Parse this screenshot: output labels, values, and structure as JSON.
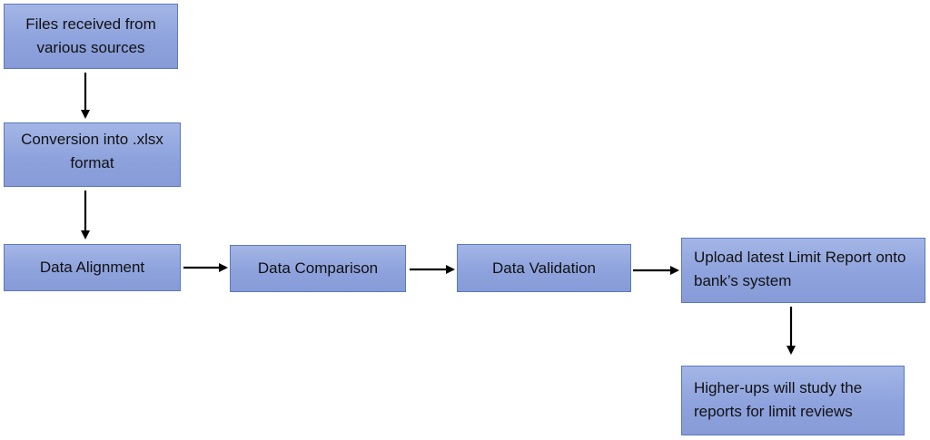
{
  "diagram": {
    "nodes": {
      "files_received": "Files received from various sources",
      "conversion": "Conversion into .xlsx format",
      "alignment": "Data Alignment",
      "comparison": "Data Comparison",
      "validation": "Data Validation",
      "upload": "Upload latest Limit Report onto bank’s system",
      "review": "Higher-ups will study the reports for limit reviews"
    },
    "edges": [
      {
        "from": "files_received",
        "to": "conversion"
      },
      {
        "from": "conversion",
        "to": "alignment"
      },
      {
        "from": "alignment",
        "to": "comparison"
      },
      {
        "from": "comparison",
        "to": "validation"
      },
      {
        "from": "validation",
        "to": "upload"
      },
      {
        "from": "upload",
        "to": "review"
      }
    ],
    "colors": {
      "box_fill": "#8ea2dd",
      "box_border": "#5b78bf",
      "arrow": "#000000"
    }
  }
}
